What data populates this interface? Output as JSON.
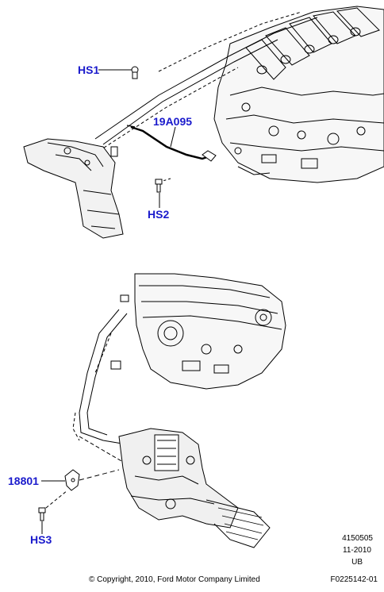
{
  "callouts": {
    "hs1": "HS1",
    "part_19a095": "19A095",
    "hs2": "HS2",
    "part_18801": "18801",
    "hs3": "HS3"
  },
  "footer": {
    "code1": "4150505",
    "code2": "11-2010",
    "code3": "UB",
    "code4": "F0225142-01",
    "copyright": "© Copyright, 2010, Ford Motor Company Limited"
  },
  "colors": {
    "callout": "#1a1acc",
    "line": "#000000"
  }
}
